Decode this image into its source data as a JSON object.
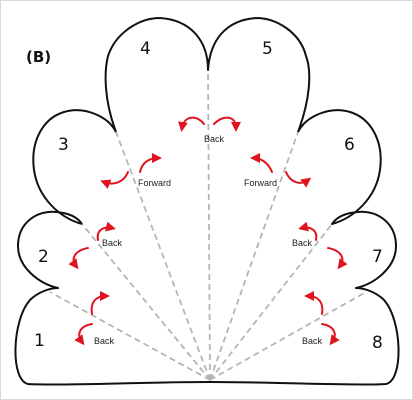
{
  "panel_label": "(B)",
  "petal_numbers": [
    "1",
    "2",
    "3",
    "4",
    "5",
    "6",
    "7",
    "8"
  ],
  "fold_labels": {
    "center_back": "Back",
    "left_forward": "Forward",
    "right_forward": "Forward",
    "left_back_upper": "Back",
    "right_back_upper": "Back",
    "left_back_lower": "Back",
    "right_back_lower": "Back"
  },
  "colors": {
    "outline": "#111111",
    "fold_line": "#b5b5b5",
    "arrow": "#e0141f"
  }
}
